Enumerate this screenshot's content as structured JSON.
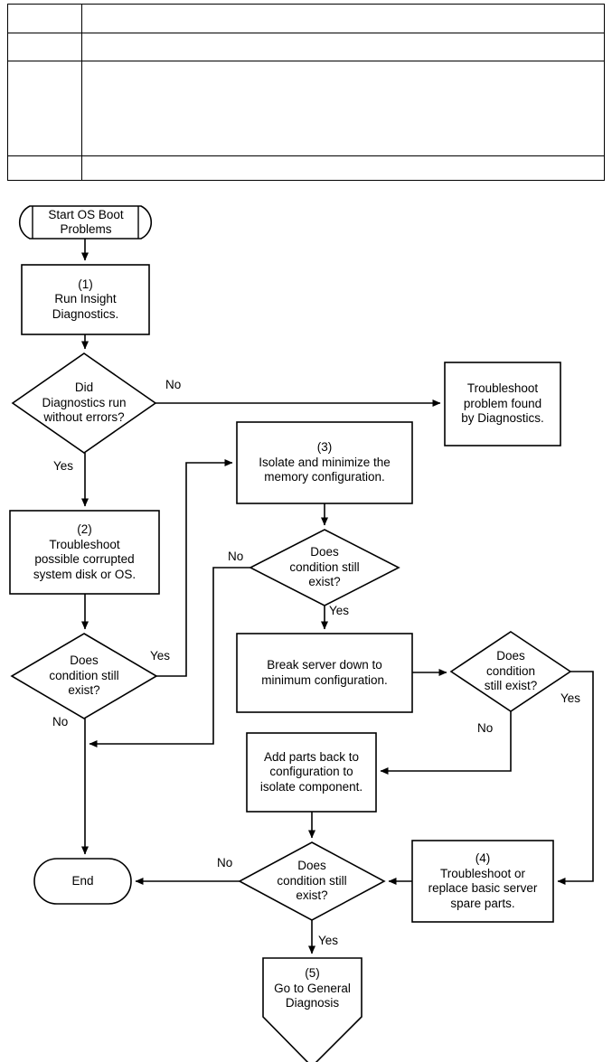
{
  "table": {
    "rows": [
      {
        "cells": [
          "",
          ""
        ],
        "height": 31
      },
      {
        "cells": [
          "",
          ""
        ],
        "height": 30
      },
      {
        "cells": [
          "",
          ""
        ],
        "height": 104
      },
      {
        "cells": [
          "",
          ""
        ],
        "height": 26
      }
    ]
  },
  "flowchart": {
    "title": "OS Boot Problems flowchart",
    "colors": {
      "stroke": "#000000",
      "fill": "#ffffff",
      "text": "#000000"
    },
    "nodes": [
      {
        "id": "start",
        "shape": "terminator-double-bar",
        "text": "Start OS Boot\nProblems"
      },
      {
        "id": "step1",
        "shape": "process",
        "text": "(1)\nRun Insight\nDiagnostics."
      },
      {
        "id": "decision-diag",
        "shape": "decision",
        "text": "Did\nDiagnostics run\nwithout errors?"
      },
      {
        "id": "troubleshoot-diag",
        "shape": "process",
        "text": "Troubleshoot\nproblem found\nby Diagnostics."
      },
      {
        "id": "step3",
        "shape": "process",
        "text": "(3)\nIsolate and minimize the\nmemory configuration."
      },
      {
        "id": "step2",
        "shape": "process",
        "text": "(2)\nTroubleshoot\npossible corrupted\nsystem disk or OS."
      },
      {
        "id": "decision-mem",
        "shape": "decision",
        "text": "Does\ncondition still\nexist?"
      },
      {
        "id": "decision-os",
        "shape": "decision",
        "text": "Does\ncondition still\nexist?"
      },
      {
        "id": "break-server",
        "shape": "process",
        "text": "Break server down to\nminimum configuration."
      },
      {
        "id": "decision-min",
        "shape": "decision",
        "text": "Does\ncondition\nstill exist?"
      },
      {
        "id": "add-parts",
        "shape": "process",
        "text": "Add parts back to\nconfiguration to\nisolate component."
      },
      {
        "id": "decision-parts",
        "shape": "decision",
        "text": "Does\ncondition still\nexist?"
      },
      {
        "id": "step4",
        "shape": "process",
        "text": "(4)\nTroubleshoot or\nreplace basic server\nspare parts."
      },
      {
        "id": "end",
        "shape": "terminator-rounded",
        "text": "End"
      },
      {
        "id": "step5",
        "shape": "pentagon-down",
        "text": "(5)\nGo to General\nDiagnosis"
      }
    ],
    "edge_labels": {
      "diag_no": "No",
      "diag_yes": "Yes",
      "mem_no": "No",
      "mem_yes": "Yes",
      "os_yes": "Yes",
      "os_no": "No",
      "min_yes": "Yes",
      "min_no": "No",
      "parts_no": "No",
      "parts_yes": "Yes"
    }
  }
}
